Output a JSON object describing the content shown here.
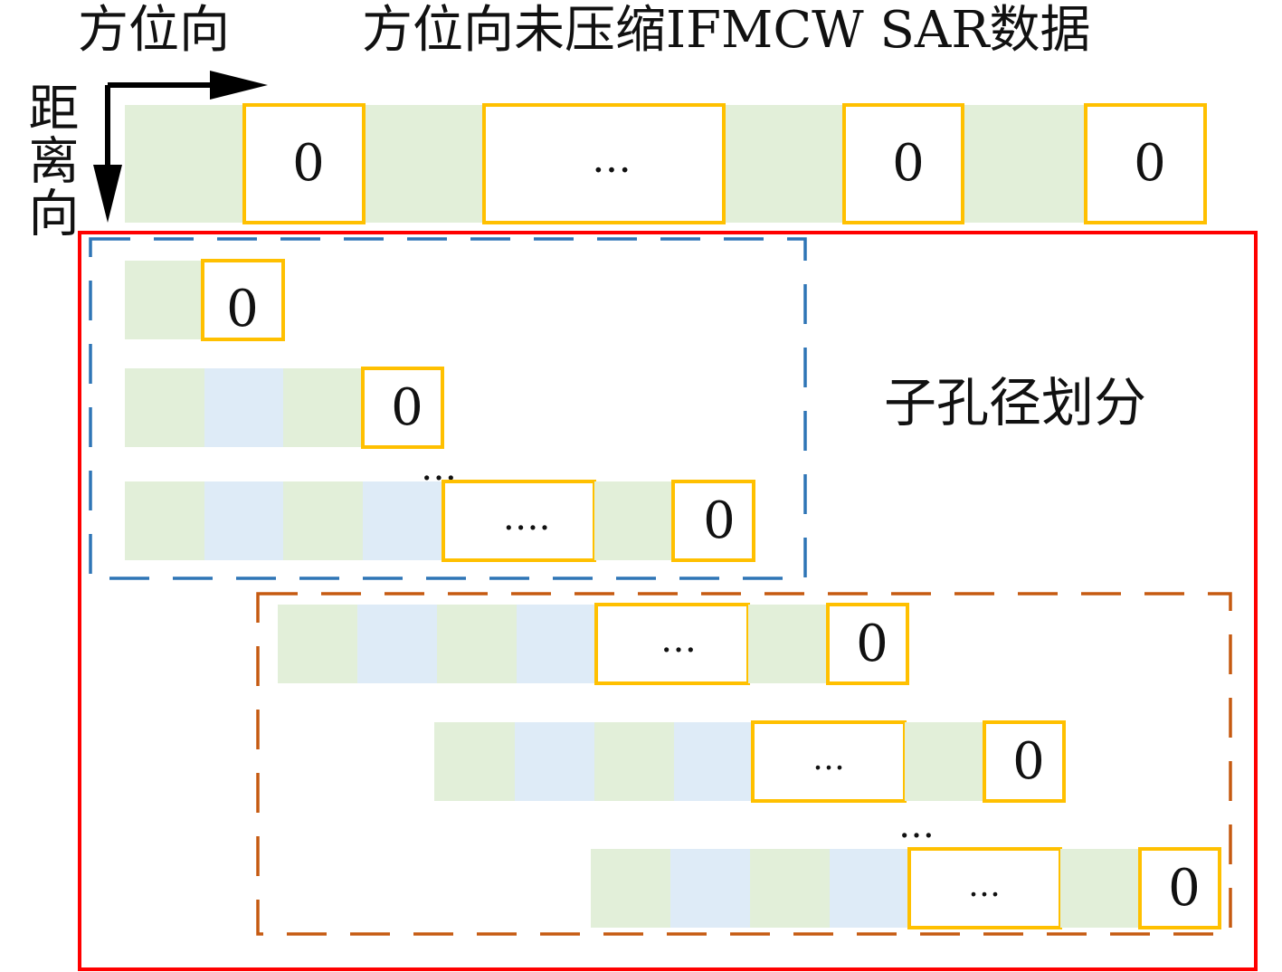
{
  "labels": {
    "azimuth_axis": "方位向",
    "range_axis": "距离向",
    "title": "方位向未压缩IFMCW SAR数据",
    "subaperture": "子孔径划分"
  },
  "symbols": {
    "zero": "0",
    "ellipsis": "…",
    "ellipsis_long": "….",
    "dots_vertical": "⋰"
  },
  "colors": {
    "green_cell": "#e2efd9",
    "blue_cell": "#deebf7",
    "zero_border": "#ffc000",
    "outer_frame": "#ff0000",
    "group1_dash": "#2e75b6",
    "group2_dash": "#c55a11",
    "axis": "#000000"
  }
}
